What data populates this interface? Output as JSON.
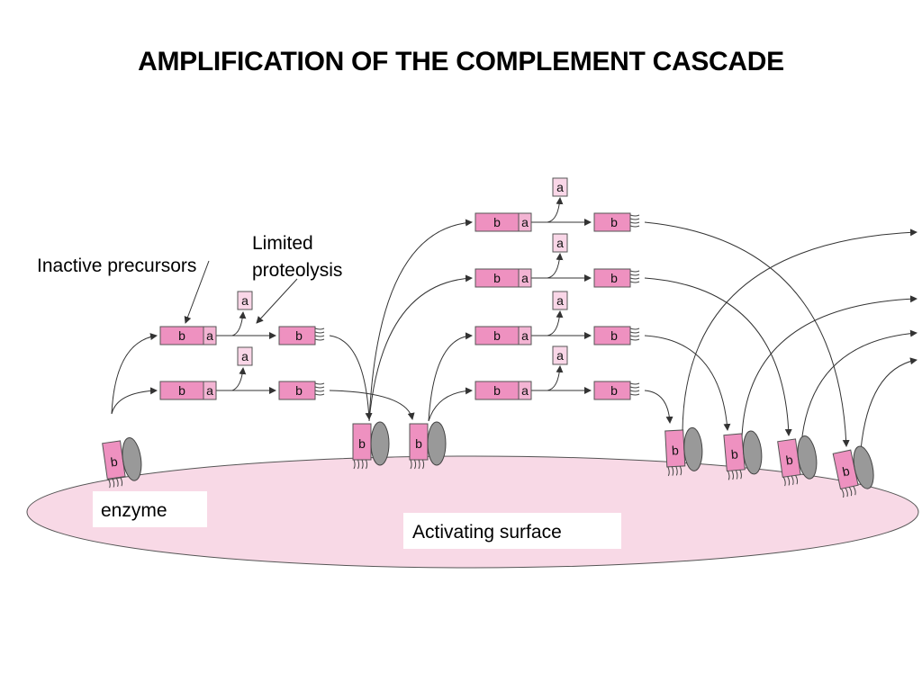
{
  "title": "AMPLIFICATION OF THE COMPLEMENT CASCADE",
  "labels": {
    "inactive_precursors": "Inactive precursors",
    "limited_proteolysis_line1": "Limited",
    "limited_proteolysis_line2": "proteolysis",
    "enzyme": "enzyme",
    "activating_surface": "Activating surface"
  },
  "segments": {
    "b": "b",
    "a": "a"
  },
  "colors": {
    "fragment_b": "#ee91c0",
    "fragment_a": "#f3b4d3",
    "surface": "#f8d9e6",
    "enzyme_oval": "#999999"
  }
}
